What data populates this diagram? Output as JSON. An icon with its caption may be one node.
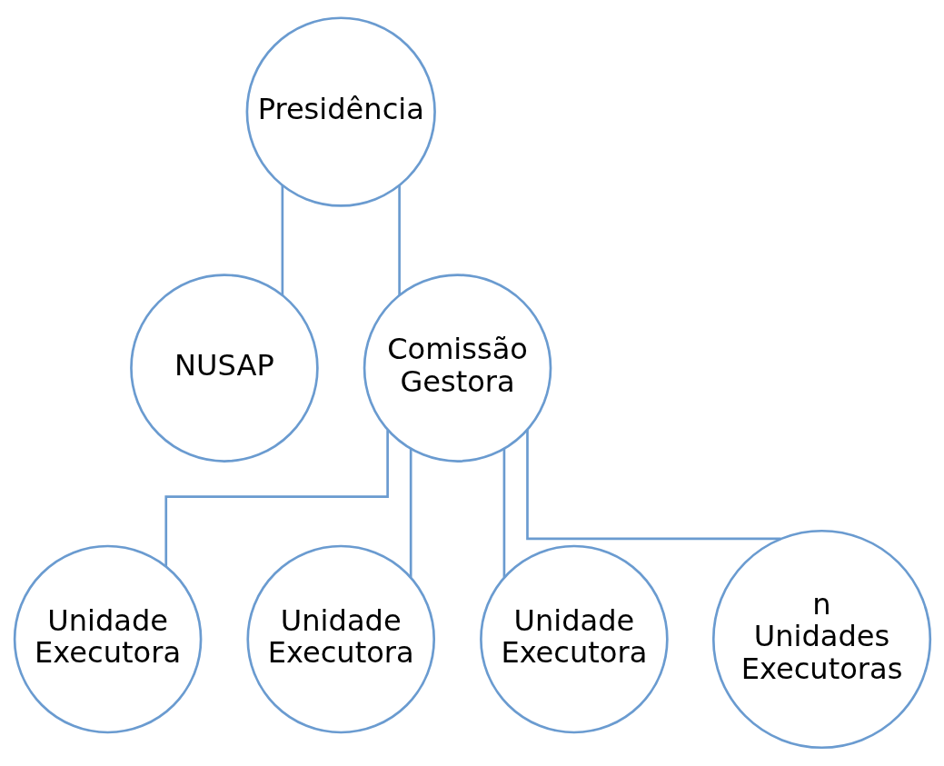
{
  "diagram": {
    "nodes": [
      {
        "text": [
          "Presidência"
        ]
      },
      {
        "text": [
          "NUSAP"
        ]
      },
      {
        "text": [
          "Comissão Gestora"
        ]
      },
      {
        "text": [
          "Unidade Executora"
        ]
      },
      {
        "text": [
          "Unidade Executora"
        ]
      },
      {
        "text": [
          "Unidade Executora"
        ]
      },
      {
        "text": [
          "n Unidades Executoras"
        ]
      }
    ],
    "edges": [
      {
        "from": 0,
        "to": 1,
        "arrow": "none"
      },
      {
        "from": 0,
        "to": 2,
        "arrow": "none"
      },
      {
        "from": 2,
        "to": 3,
        "arrow": "none"
      },
      {
        "from": 2,
        "to": 4,
        "arrow": "none"
      },
      {
        "from": 2,
        "to": 5,
        "arrow": "none"
      },
      {
        "from": 2,
        "to": 6,
        "arrow": "none"
      }
    ]
  }
}
